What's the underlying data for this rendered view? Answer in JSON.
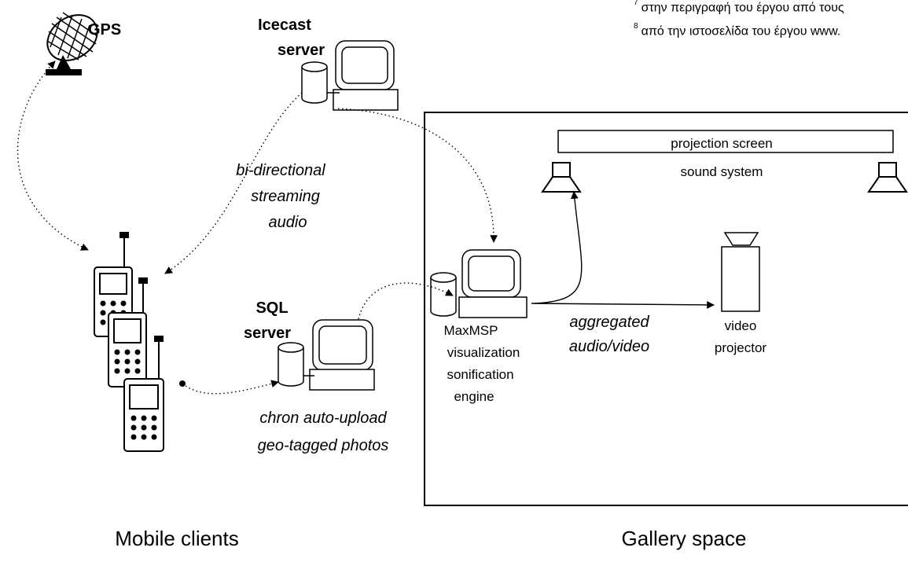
{
  "footnotes": [
    {
      "mark": "7",
      "text": "στην περιγραφή του έργου από τους"
    },
    {
      "mark": "8",
      "text": "από την ιστοσελίδα του έργου www."
    }
  ],
  "nodes": {
    "gps": "GPS",
    "icecast_line1": "Icecast",
    "icecast_line2": "server",
    "sql_line1": "SQL",
    "sql_line2": "server",
    "maxmsp_line1": "MaxMSP",
    "maxmsp_line2": "visualization",
    "maxmsp_line3": "sonification",
    "maxmsp_line4": "engine",
    "projection_screen": "projection screen",
    "sound_system": "sound system",
    "video_line1": "video",
    "video_line2": "projector"
  },
  "edge_labels": {
    "bidir_line1": "bi-directional",
    "bidir_line2": "streaming",
    "bidir_line3": "audio",
    "chron_line1": "chron auto-upload",
    "chron_line2": "geo-tagged photos",
    "agg_line1": "aggregated",
    "agg_line2": "audio/video"
  },
  "regions": {
    "mobile_clients": "Mobile clients",
    "gallery_space": "Gallery space"
  }
}
